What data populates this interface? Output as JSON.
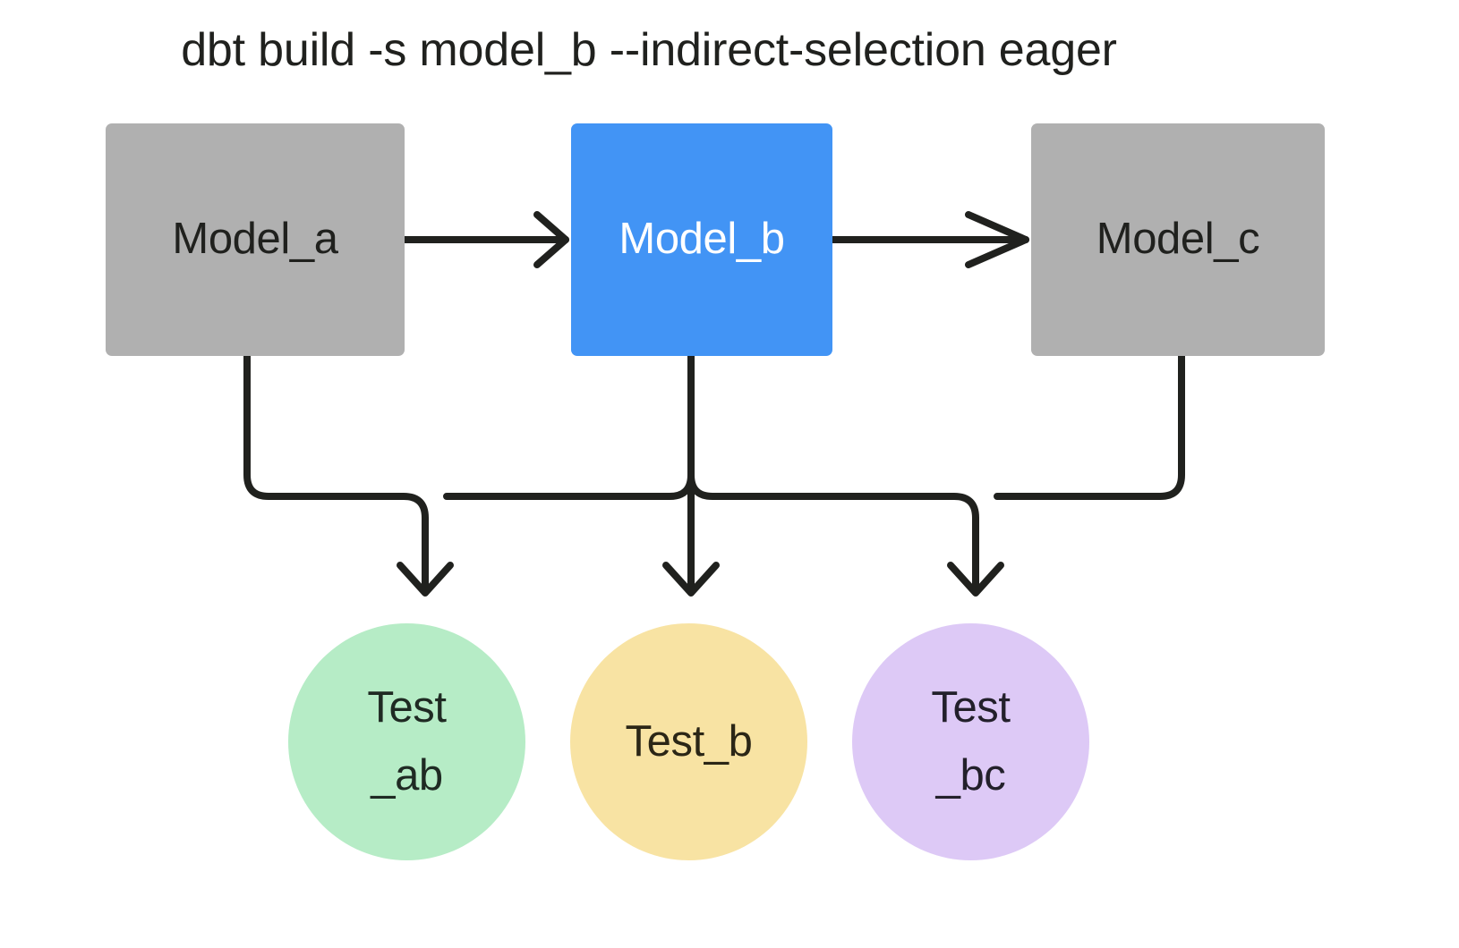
{
  "diagram": {
    "title": "dbt build -s model_b --indirect-selection eager",
    "background": "#ffffff",
    "edge_color": "#20211e",
    "nodes": {
      "model_a": {
        "label": "Model_a",
        "shape": "rectangle",
        "fill": "#b0b0b0",
        "text_color": "#20211e",
        "selected": false
      },
      "model_b": {
        "label": "Model_b",
        "shape": "rectangle",
        "fill": "#4294f5",
        "text_color": "#ffffff",
        "selected": true
      },
      "model_c": {
        "label": "Model_c",
        "shape": "rectangle",
        "fill": "#b0b0b0",
        "text_color": "#20211e",
        "selected": false
      },
      "test_ab": {
        "label_line1": "Test",
        "label_line2": "_ab",
        "shape": "circle",
        "fill": "#b6ecc6",
        "text_color": "#1f2a23"
      },
      "test_b": {
        "label_line1": "Test_b",
        "label_line2": "",
        "shape": "circle",
        "fill": "#f8e3a3",
        "text_color": "#2b2616"
      },
      "test_bc": {
        "label_line1": "Test",
        "label_line2": "_bc",
        "shape": "circle",
        "fill": "#ddc9f6",
        "text_color": "#23202b"
      }
    },
    "edges": [
      {
        "from": "model_a",
        "to": "model_b",
        "style": "straight-arrow"
      },
      {
        "from": "model_b",
        "to": "model_c",
        "style": "straight-arrow"
      },
      {
        "from": "model_a",
        "to": "test_ab",
        "style": "elbow-arrow"
      },
      {
        "from": "model_b",
        "to": "test_ab",
        "style": "elbow-arrow"
      },
      {
        "from": "model_b",
        "to": "test_b",
        "style": "straight-arrow"
      },
      {
        "from": "model_b",
        "to": "test_bc",
        "style": "elbow-arrow"
      },
      {
        "from": "model_c",
        "to": "test_bc",
        "style": "elbow-arrow"
      }
    ]
  }
}
